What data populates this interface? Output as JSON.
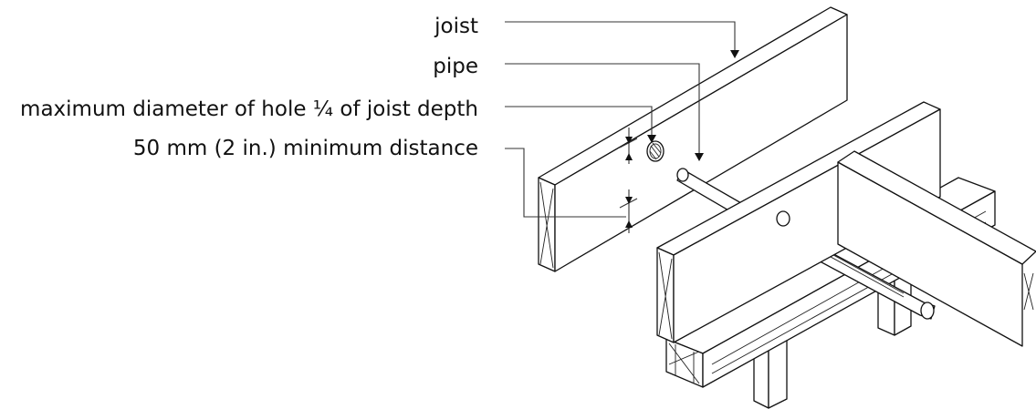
{
  "labels": {
    "joist": "joist",
    "pipe": "pipe",
    "max_hole": "maximum diameter of hole ¼ of joist depth",
    "min_distance": "50 mm (2 in.) minimum distance"
  },
  "colors": {
    "line": "#111111",
    "background": "#ffffff"
  }
}
